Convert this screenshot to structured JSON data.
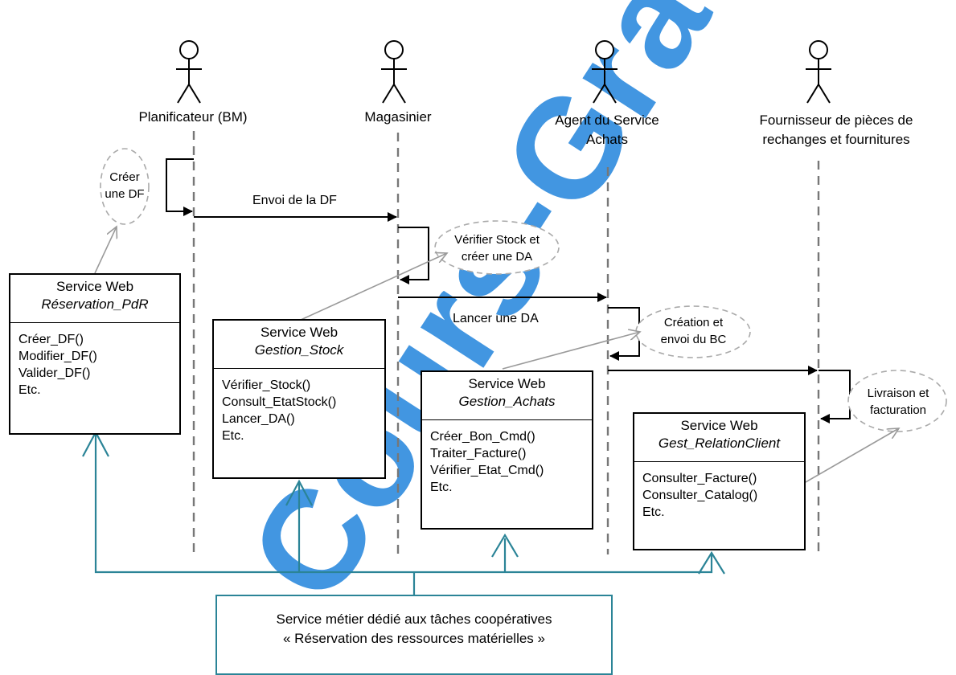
{
  "watermark": "Cours-Gratuit.com",
  "colors": {
    "watermark": "#2e8bde",
    "teal": "#2b8497",
    "note_border": "#aaaaaa",
    "arrow_gray": "#9a9a9a"
  },
  "actors": [
    {
      "id": "planificateur",
      "label": "Planificateur (BM)"
    },
    {
      "id": "magasinier",
      "label": "Magasinier"
    },
    {
      "id": "agent",
      "label": "Agent du Service\nAchats"
    },
    {
      "id": "fournisseur",
      "label": "Fournisseur de pièces de\nrechanges et fournitures"
    }
  ],
  "messages": [
    {
      "label": "Envoi de la DF"
    },
    {
      "label": "Lancer une DA"
    }
  ],
  "notes": [
    {
      "label": "Créer\nune DF"
    },
    {
      "label": "Vérifier Stock et\ncréer une DA"
    },
    {
      "label": "Création et\nenvoi du BC"
    },
    {
      "label": "Livraison et\nfacturation"
    }
  ],
  "services": [
    {
      "title": "Service Web",
      "name": "Réservation_PdR",
      "ops": [
        "Créer_DF()",
        "Modifier_DF()",
        "Valider_DF()",
        "Etc."
      ]
    },
    {
      "title": "Service Web",
      "name": "Gestion_Stock",
      "ops": [
        "Vérifier_Stock()",
        "Consult_EtatStock()",
        "Lancer_DA()",
        "Etc."
      ]
    },
    {
      "title": "Service Web",
      "name": "Gestion_Achats",
      "ops": [
        "Créer_Bon_Cmd()",
        "Traiter_Facture()",
        "Vérifier_Etat_Cmd()",
        "Etc."
      ]
    },
    {
      "title": "Service Web",
      "name": "Gest_RelationClient",
      "ops": [
        "Consulter_Facture()",
        "Consulter_Catalog()",
        "Etc."
      ]
    }
  ],
  "business_service": {
    "line1": "Service métier dédié aux tâches coopératives",
    "line2": "« Réservation des ressources matérielles »"
  }
}
